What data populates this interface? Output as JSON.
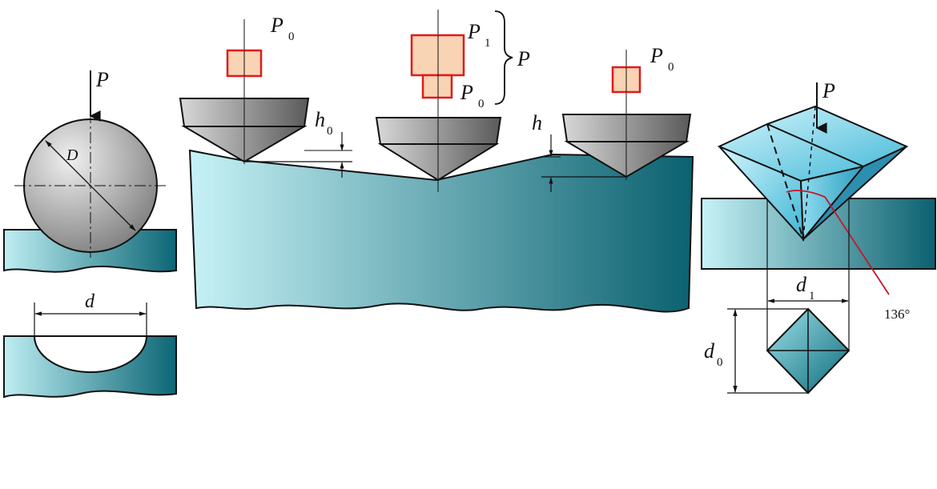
{
  "colors": {
    "material_light": "#c6f2f6",
    "material_dark": "#0b6170",
    "steel_light": "#d8d8d8",
    "steel_dark": "#5a5a5a",
    "weight_fill": "#f8d3b4",
    "weight_border": "#e01b1b",
    "crystal_light": "#bff0fb",
    "crystal_dark": "#3fb7d6",
    "marker_red": "#c0182a",
    "ink": "#111111"
  },
  "brinell": {
    "load": {
      "main": "P",
      "sub": ""
    },
    "ball_diameter": {
      "main": "D",
      "sub": ""
    },
    "imprint_diameter": {
      "main": "d",
      "sub": ""
    }
  },
  "rockwell": {
    "preload": {
      "main": "P",
      "sub": "0"
    },
    "main_load": {
      "main": "P",
      "sub": "1"
    },
    "main_preload": {
      "main": "P",
      "sub": "0"
    },
    "total_load": {
      "main": "P",
      "sub": ""
    },
    "final_preload": {
      "main": "P",
      "sub": "0"
    },
    "depth_initial": {
      "main": "h",
      "sub": "0"
    },
    "depth": {
      "main": "h",
      "sub": ""
    }
  },
  "vickers": {
    "load": {
      "main": "P",
      "sub": ""
    },
    "angle": "136°",
    "diag_horizontal": {
      "main": "d",
      "sub": "1"
    },
    "diag_vertical": {
      "main": "d",
      "sub": "0"
    }
  }
}
